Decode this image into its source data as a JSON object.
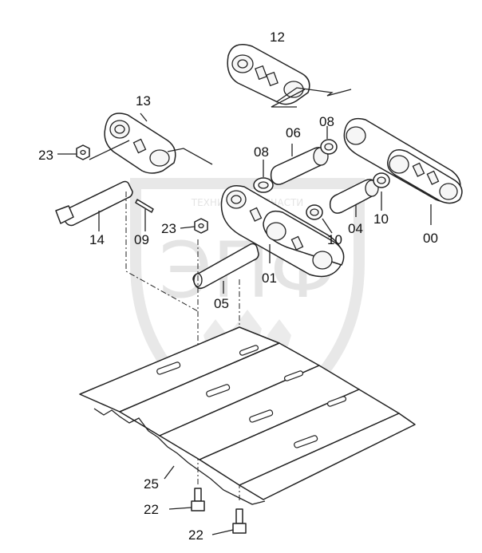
{
  "watermark": {
    "text": "ТЕХНИКА И ЗАПЧАСТИ",
    "logo_letters": "ЭПФ"
  },
  "callouts": {
    "p00": "00",
    "p01": "01",
    "p04": "04",
    "p05": "05",
    "p06": "06",
    "p08_left": "08",
    "p08_right": "08",
    "p09": "09",
    "p10_left": "10",
    "p10_right": "10",
    "p12": "12",
    "p13": "13",
    "p14": "14",
    "p22_upper": "22",
    "p22_lower": "22",
    "p23_upper": "23",
    "p23_lower": "23",
    "p25": "25"
  }
}
